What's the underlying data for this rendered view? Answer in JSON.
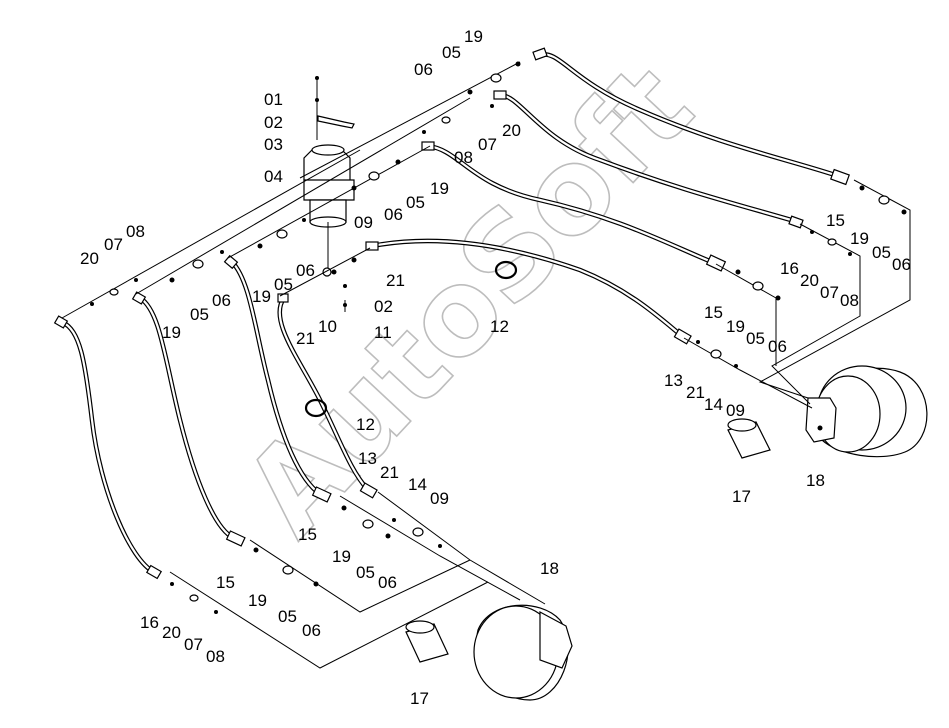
{
  "watermark": {
    "text": "AutoSoft"
  },
  "labels": [
    {
      "id": "l01",
      "text": "01"
    },
    {
      "id": "l02a",
      "text": "02"
    },
    {
      "id": "l03",
      "text": "03"
    },
    {
      "id": "l04",
      "text": "04"
    },
    {
      "id": "l06a",
      "text": "06"
    },
    {
      "id": "l05a",
      "text": "05"
    },
    {
      "id": "l19a",
      "text": "19"
    },
    {
      "id": "l20a",
      "text": "20"
    },
    {
      "id": "l07a",
      "text": "07"
    },
    {
      "id": "l08a",
      "text": "08"
    },
    {
      "id": "l19b",
      "text": "19"
    },
    {
      "id": "l05b",
      "text": "05"
    },
    {
      "id": "l06b",
      "text": "06"
    },
    {
      "id": "l09a",
      "text": "09"
    },
    {
      "id": "l21a",
      "text": "21"
    },
    {
      "id": "l02b",
      "text": "02"
    },
    {
      "id": "l11",
      "text": "11"
    },
    {
      "id": "l10",
      "text": "10"
    },
    {
      "id": "l21b",
      "text": "21"
    },
    {
      "id": "l12a",
      "text": "12"
    },
    {
      "id": "l12b",
      "text": "12"
    },
    {
      "id": "l20b",
      "text": "20"
    },
    {
      "id": "l07b",
      "text": "07"
    },
    {
      "id": "l08b",
      "text": "08"
    },
    {
      "id": "l19c",
      "text": "19"
    },
    {
      "id": "l05c",
      "text": "05"
    },
    {
      "id": "l06c",
      "text": "06"
    },
    {
      "id": "l19d",
      "text": "19"
    },
    {
      "id": "l06d",
      "text": "06"
    },
    {
      "id": "l05d",
      "text": "05"
    },
    {
      "id": "l15a",
      "text": "15"
    },
    {
      "id": "l19e",
      "text": "19"
    },
    {
      "id": "l05e",
      "text": "05"
    },
    {
      "id": "l06e",
      "text": "06"
    },
    {
      "id": "l16a",
      "text": "16"
    },
    {
      "id": "l20c",
      "text": "20"
    },
    {
      "id": "l07c",
      "text": "07"
    },
    {
      "id": "l08c",
      "text": "08"
    },
    {
      "id": "l15b",
      "text": "15"
    },
    {
      "id": "l19f",
      "text": "19"
    },
    {
      "id": "l05f",
      "text": "05"
    },
    {
      "id": "l06f",
      "text": "06"
    },
    {
      "id": "l13a",
      "text": "13"
    },
    {
      "id": "l21c",
      "text": "21"
    },
    {
      "id": "l14a",
      "text": "14"
    },
    {
      "id": "l09b",
      "text": "09"
    },
    {
      "id": "l18a",
      "text": "18"
    },
    {
      "id": "l17a",
      "text": "17"
    },
    {
      "id": "l15c",
      "text": "15"
    },
    {
      "id": "l19g",
      "text": "19"
    },
    {
      "id": "l05g",
      "text": "05"
    },
    {
      "id": "l06g",
      "text": "06"
    },
    {
      "id": "l13b",
      "text": "13"
    },
    {
      "id": "l21d",
      "text": "21"
    },
    {
      "id": "l14b",
      "text": "14"
    },
    {
      "id": "l09c",
      "text": "09"
    },
    {
      "id": "l15d",
      "text": "15"
    },
    {
      "id": "l19h",
      "text": "19"
    },
    {
      "id": "l05h",
      "text": "05"
    },
    {
      "id": "l06h",
      "text": "06"
    },
    {
      "id": "l16b",
      "text": "16"
    },
    {
      "id": "l20d",
      "text": "20"
    },
    {
      "id": "l07d",
      "text": "07"
    },
    {
      "id": "l08d",
      "text": "08"
    },
    {
      "id": "l18b",
      "text": "18"
    },
    {
      "id": "l17b",
      "text": "17"
    }
  ]
}
